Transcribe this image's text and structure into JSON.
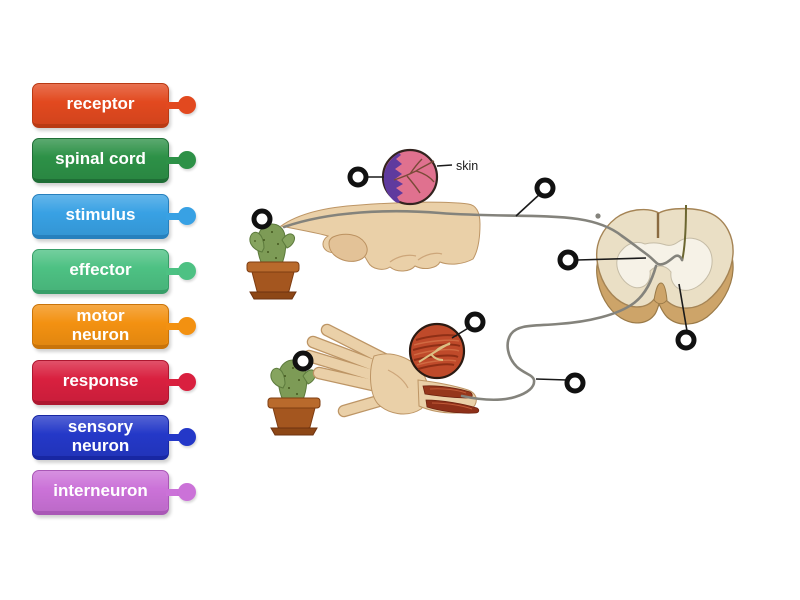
{
  "page": {
    "background": "#ffffff"
  },
  "labels": {
    "items": [
      {
        "text": "receptor",
        "color": "#e2491f",
        "dark": "#b93a14"
      },
      {
        "text": "spinal cord",
        "color": "#2d9147",
        "dark": "#1f6e36"
      },
      {
        "text": "stimulus",
        "color": "#38a1e4",
        "dark": "#2780bd"
      },
      {
        "text": "effector",
        "color": "#4dc183",
        "dark": "#379e68"
      },
      {
        "text": "motor\nneuron",
        "color": "#f39111",
        "dark": "#c9740a"
      },
      {
        "text": "response",
        "color": "#d9203f",
        "dark": "#ad1730"
      },
      {
        "text": "sensory\nneuron",
        "color": "#2438c8",
        "dark": "#1827a3"
      },
      {
        "text": "interneuron",
        "color": "#cb72d8",
        "dark": "#a957b6"
      }
    ]
  },
  "diagram": {
    "skin_label": "skin",
    "answer_slot_count": 8,
    "colors": {
      "nerve": "#84837c",
      "pointer_line": "#1a1a1a",
      "marker_ring": "#111111",
      "marker_fill": "#ffffff",
      "cord_surface": "#eadfc5",
      "cord_side": "#cda469",
      "gray_matter": "#f6f2e7",
      "skin_circle_pink": "#e0718f",
      "skin_circle_purple": "#5f3a9e",
      "muscle_circle_red": "#bf4a2a",
      "hand_skin": "#ead0a8",
      "cactus_green": "#7d9b56",
      "pot_terracotta": "#a4561f"
    }
  }
}
